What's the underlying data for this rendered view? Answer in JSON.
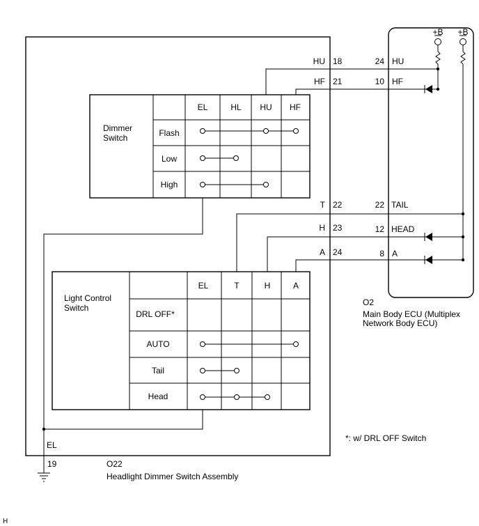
{
  "assembly": {
    "code": "O22",
    "name": "Headlight Dimmer Switch Assembly",
    "ground_label": "EL",
    "ground_pin": "19"
  },
  "dimmer": {
    "title_line1": "Dimmer",
    "title_line2": "Switch",
    "columns": [
      "EL",
      "HL",
      "HU",
      "HF"
    ],
    "rows": [
      "Flash",
      "Low",
      "High"
    ]
  },
  "light_control": {
    "title_line1": "Light Control",
    "title_line2": "Switch",
    "columns": [
      "EL",
      "T",
      "H",
      "A"
    ],
    "rows": [
      "DRL OFF*",
      "AUTO",
      "Tail",
      "Head"
    ]
  },
  "ecu": {
    "code": "O2",
    "name_line1": "Main Body ECU (Multiplex",
    "name_line2": "Network Body ECU)",
    "supply_label": "+B"
  },
  "wires": [
    {
      "sw_name": "HU",
      "sw_pin": "18",
      "ecu_pin": "24",
      "ecu_name": "HU"
    },
    {
      "sw_name": "HF",
      "sw_pin": "21",
      "ecu_pin": "10",
      "ecu_name": "HF"
    },
    {
      "sw_name": "T",
      "sw_pin": "22",
      "ecu_pin": "22",
      "ecu_name": "TAIL"
    },
    {
      "sw_name": "H",
      "sw_pin": "23",
      "ecu_pin": "12",
      "ecu_name": "HEAD"
    },
    {
      "sw_name": "A",
      "sw_pin": "24",
      "ecu_pin": "8",
      "ecu_name": "A"
    }
  ],
  "footnote": "*: w/ DRL OFF Switch",
  "corner_mark": "H"
}
